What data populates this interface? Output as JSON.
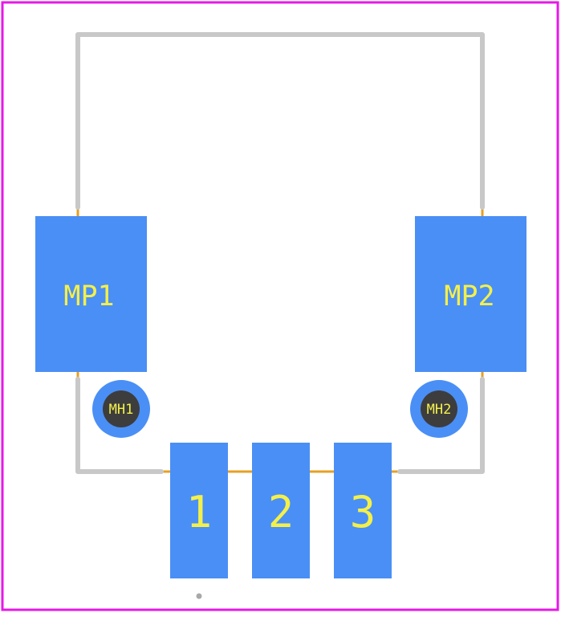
{
  "colors": {
    "background": "#ffffff",
    "courtyard": "#e619e6",
    "silkscreen": "#c8c8c8",
    "fab_outline": "#e6a022",
    "pad": "#4a8ff5",
    "hole": "#3d3d3d",
    "label": "#f4f04a",
    "origin_dot": "#a8a8a8"
  },
  "pads": {
    "mp1": "MP1",
    "mp2": "MP2",
    "p1": "1",
    "p2": "2",
    "p3": "3"
  },
  "holes": {
    "mh1": "MH1",
    "mh2": "MH2"
  }
}
